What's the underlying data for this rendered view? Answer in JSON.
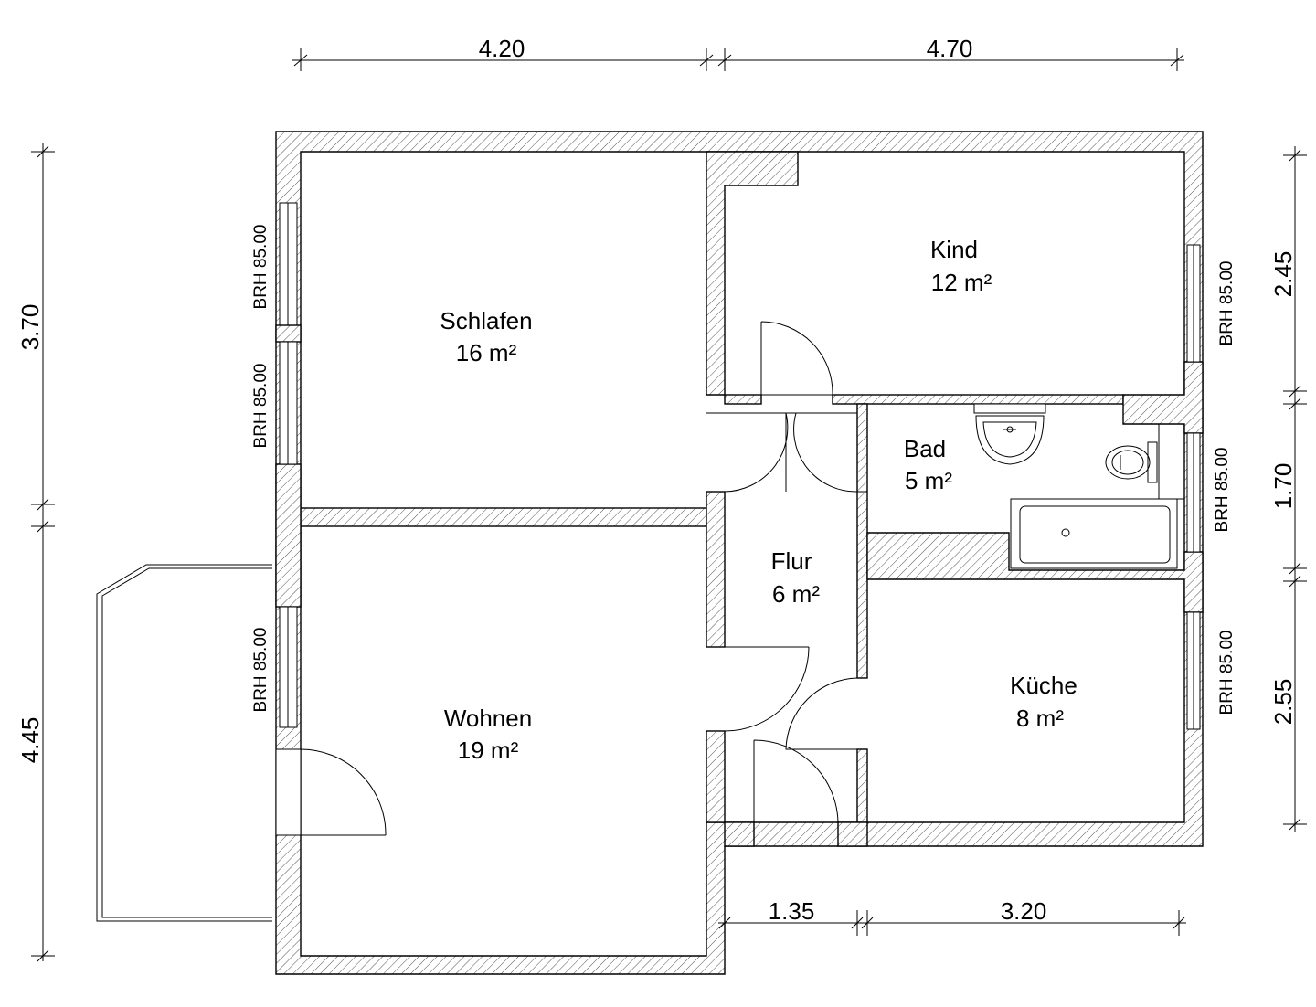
{
  "rooms": {
    "schlafen": {
      "name": "Schlafen",
      "area": "16 m²"
    },
    "kind": {
      "name": "Kind",
      "area": "12 m²"
    },
    "bad": {
      "name": "Bad",
      "area": "5 m²"
    },
    "flur": {
      "name": "Flur",
      "area": "6 m²"
    },
    "kueche": {
      "name": "Küche",
      "area": "8 m²"
    },
    "wohnen": {
      "name": "Wohnen",
      "area": "19 m²"
    }
  },
  "dimensions": {
    "top_left": "4.20",
    "top_right": "4.70",
    "left_upper": "3.70",
    "left_lower": "4.45",
    "right_upper": "2.45",
    "right_middle": "1.70",
    "right_lower": "2.55",
    "bottom_left": "1.35",
    "bottom_right": "3.20"
  },
  "windows": {
    "schlafen_1": "BRH 85.00",
    "schlafen_2": "BRH 85.00",
    "wohnen": "BRH 85.00",
    "kind": "BRH 85.00",
    "bad": "BRH 85.00",
    "kueche": "BRH 85.00"
  }
}
